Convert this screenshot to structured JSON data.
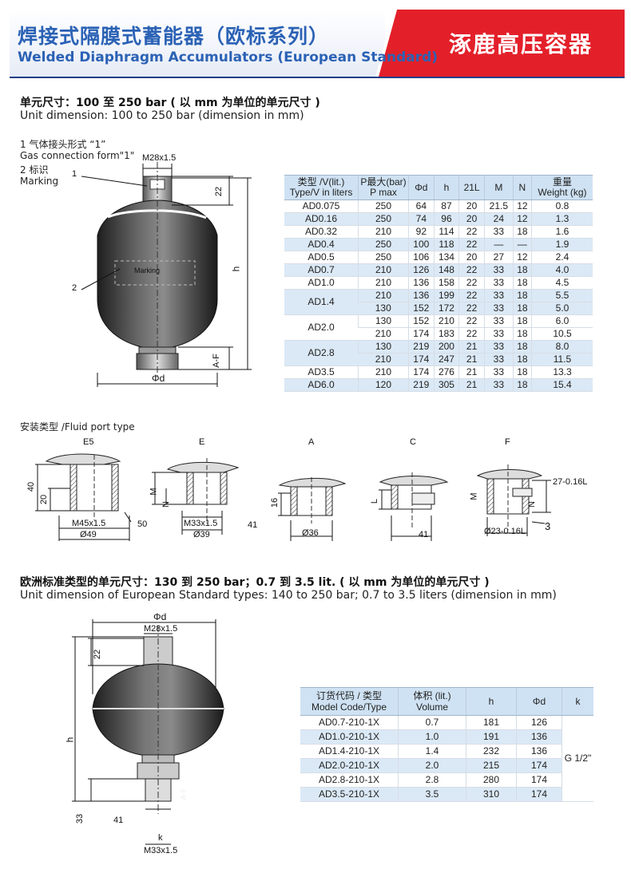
{
  "header": {
    "title_cn": "焊接式隔膜式蓄能器（欧标系列）",
    "title_en": "Welded Diaphragm Accumulators (European Standard)",
    "brand": "涿鹿高压容器",
    "colors": {
      "blue": "#2b62b5",
      "red": "#e3202a",
      "rule": "#1e3f86"
    }
  },
  "section1": {
    "heading_cn": "单元尺寸：100 至 250 bar ( 以 mm 为单位的单元尺寸 )",
    "heading_en": "Unit dimension: 100 to 250 bar (dimension in mm)",
    "notes": [
      "1 气体接头形式 “1”",
      "Gas connection form\"1\"",
      "2 标识",
      "Marking"
    ],
    "drawing": {
      "thread": "M28x1.5",
      "dim_22": "22",
      "dim_h": "h",
      "dim_af": "A-F",
      "dim_d": "Φd",
      "marking": "Marking",
      "callout_1": "1",
      "callout_2": "2"
    },
    "table": {
      "headers": [
        [
          "类型 /V(lit.)",
          "Type/V in liters"
        ],
        [
          "P最大(bar)",
          "P max"
        ],
        [
          "Φd"
        ],
        [
          "h"
        ],
        [
          "21L"
        ],
        [
          "M"
        ],
        [
          "N"
        ],
        [
          "重量",
          "Weight (kg)"
        ]
      ],
      "rows": [
        {
          "type": "AD0.075",
          "p": "250",
          "d": "64",
          "h": "87",
          "l": "20",
          "m": "21.5",
          "n": "12",
          "w": "0.8",
          "shade": false
        },
        {
          "type": "AD0.16",
          "p": "250",
          "d": "74",
          "h": "96",
          "l": "20",
          "m": "24",
          "n": "12",
          "w": "1.3",
          "shade": true
        },
        {
          "type": "AD0.32",
          "p": "210",
          "d": "92",
          "h": "114",
          "l": "22",
          "m": "33",
          "n": "18",
          "w": "1.6",
          "shade": false
        },
        {
          "type": "AD0.4",
          "p": "250",
          "d": "100",
          "h": "118",
          "l": "22",
          "m": "—",
          "n": "—",
          "w": "1.9",
          "shade": true
        },
        {
          "type": "AD0.5",
          "p": "250",
          "d": "106",
          "h": "134",
          "l": "20",
          "m": "27",
          "n": "12",
          "w": "2.4",
          "shade": false
        },
        {
          "type": "AD0.7",
          "p": "210",
          "d": "126",
          "h": "148",
          "l": "22",
          "m": "33",
          "n": "18",
          "w": "4.0",
          "shade": true
        },
        {
          "type": "AD1.0",
          "p": "210",
          "d": "136",
          "h": "158",
          "l": "22",
          "m": "33",
          "n": "18",
          "w": "4.5",
          "shade": false
        },
        {
          "type": "AD1.4",
          "p": "210",
          "d": "136",
          "h": "199",
          "l": "22",
          "m": "33",
          "n": "18",
          "w": "5.5",
          "shade": true,
          "span": 2
        },
        {
          "type": "",
          "p": "130",
          "d": "152",
          "h": "172",
          "l": "22",
          "m": "33",
          "n": "18",
          "w": "5.0",
          "shade": true,
          "skip": true
        },
        {
          "type": "AD2.0",
          "p": "130",
          "d": "152",
          "h": "210",
          "l": "22",
          "m": "33",
          "n": "18",
          "w": "6.0",
          "shade": false,
          "span": 2
        },
        {
          "type": "",
          "p": "210",
          "d": "174",
          "h": "183",
          "l": "22",
          "m": "33",
          "n": "18",
          "w": "10.5",
          "shade": false,
          "skip": true
        },
        {
          "type": "AD2.8",
          "p": "130",
          "d": "219",
          "h": "200",
          "l": "21",
          "m": "33",
          "n": "18",
          "w": "8.0",
          "shade": true,
          "span": 2
        },
        {
          "type": "",
          "p": "210",
          "d": "174",
          "h": "247",
          "l": "21",
          "m": "33",
          "n": "18",
          "w": "11.5",
          "shade": true,
          "skip": true
        },
        {
          "type": "AD3.5",
          "p": "210",
          "d": "174",
          "h": "276",
          "l": "21",
          "m": "33",
          "n": "18",
          "w": "13.3",
          "shade": false
        },
        {
          "type": "AD6.0",
          "p": "120",
          "d": "219",
          "h": "305",
          "l": "21",
          "m": "33",
          "n": "18",
          "w": "15.4",
          "shade": true
        }
      ]
    }
  },
  "fluid_port": {
    "heading": "安装类型 /Fluid port type",
    "types": [
      "E5",
      "E",
      "A",
      "C",
      "F"
    ],
    "e5": {
      "h40": "40",
      "h20": "20",
      "thread": "M45x1.5",
      "dia": "Ø49",
      "ang": "50"
    },
    "e": {
      "m": "M",
      "n": "N",
      "thread": "M33x1.5",
      "dia": "Ø39",
      "ang": "41"
    },
    "a": {
      "h16": "16",
      "dia": "Ø36"
    },
    "c": {
      "l": "L",
      "ang": "41"
    },
    "f": {
      "m": "M",
      "n": "N",
      "oring": "27-0.16L",
      "dia": "Ø23-0.16L",
      "callout": "3"
    }
  },
  "section2": {
    "heading_cn": "欧洲标准类型的单元尺寸：130 到 250 bar；0.7 到 3.5 lit. ( 以 mm 为单位的单元尺寸 )",
    "heading_en": "Unit dimension of European Standard types: 140 to 250 bar; 0.7 to 3.5 liters (dimension in mm)",
    "drawing": {
      "dim_d": "Φd",
      "thread_top": "M28x1.5",
      "dim_22": "22",
      "dim_h": "h",
      "dim_33": "33",
      "ang": "41",
      "k": "k",
      "thread_bottom": "M33x1.5",
      "af": "A-F"
    },
    "table": {
      "headers": [
        [
          "订货代码 / 类型",
          "Model Code/Type"
        ],
        [
          "体积 (lit.)",
          "Volume"
        ],
        [
          "h"
        ],
        [
          "Φd"
        ],
        [
          "k"
        ]
      ],
      "k_value": "G 1/2\"",
      "rows": [
        {
          "code": "AD0.7-210-1X",
          "vol": "0.7",
          "h": "181",
          "d": "126",
          "shade": false
        },
        {
          "code": "AD1.0-210-1X",
          "vol": "1.0",
          "h": "191",
          "d": "136",
          "shade": true
        },
        {
          "code": "AD1.4-210-1X",
          "vol": "1.4",
          "h": "232",
          "d": "136",
          "shade": false
        },
        {
          "code": "AD2.0-210-1X",
          "vol": "2.0",
          "h": "215",
          "d": "174",
          "shade": true
        },
        {
          "code": "AD2.8-210-1X",
          "vol": "2.8",
          "h": "280",
          "d": "174",
          "shade": false
        },
        {
          "code": "AD3.5-210-1X",
          "vol": "3.5",
          "h": "310",
          "d": "174",
          "shade": true
        }
      ]
    }
  }
}
